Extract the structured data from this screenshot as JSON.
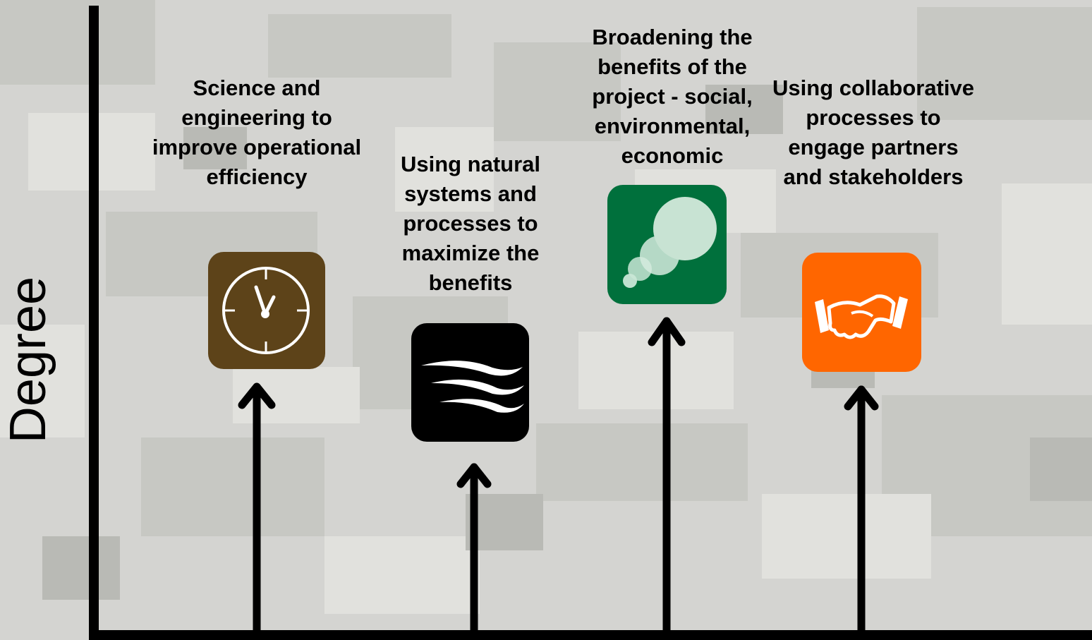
{
  "axis": {
    "ylabel": "Degree"
  },
  "items": [
    {
      "label": "Science and engineering to improve operational efficiency",
      "icon": "clock-icon",
      "color": "#5d4319"
    },
    {
      "label": "Using natural systems and processes to maximize the benefits",
      "icon": "waves-icon",
      "color": "#000000"
    },
    {
      "label": "Broadening the benefits of the project - social, environmental, economic",
      "icon": "bubbles-icon",
      "color": "#00703c"
    },
    {
      "label": "Using collaborative processes to engage partners and stakeholders",
      "icon": "handshake-icon",
      "color": "#ff6600"
    }
  ]
}
